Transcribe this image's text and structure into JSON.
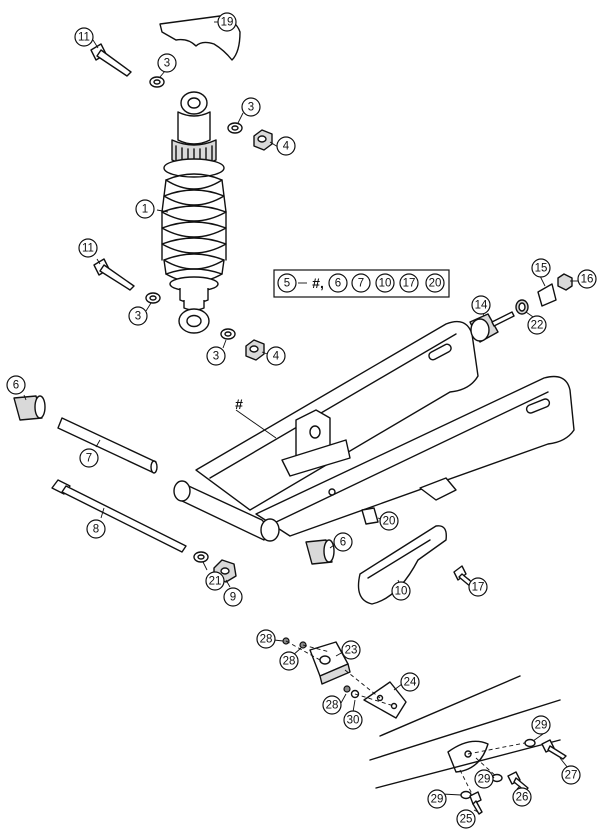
{
  "callouts": [
    {
      "id": "c1",
      "label": "1"
    },
    {
      "id": "c3a",
      "label": "3"
    },
    {
      "id": "c3b",
      "label": "3"
    },
    {
      "id": "c3c",
      "label": "3"
    },
    {
      "id": "c3d",
      "label": "3"
    },
    {
      "id": "c4a",
      "label": "4"
    },
    {
      "id": "c4b",
      "label": "4"
    },
    {
      "id": "c5",
      "label": "5"
    },
    {
      "id": "c6a",
      "label": "6"
    },
    {
      "id": "c6b",
      "label": "6"
    },
    {
      "id": "c6c",
      "label": "6"
    },
    {
      "id": "c7a",
      "label": "7"
    },
    {
      "id": "c7b",
      "label": "7"
    },
    {
      "id": "c8",
      "label": "8"
    },
    {
      "id": "c9",
      "label": "9"
    },
    {
      "id": "c10a",
      "label": "10"
    },
    {
      "id": "c10b",
      "label": "10"
    },
    {
      "id": "c11a",
      "label": "11"
    },
    {
      "id": "c11b",
      "label": "11"
    },
    {
      "id": "c14",
      "label": "14"
    },
    {
      "id": "c15",
      "label": "15"
    },
    {
      "id": "c16",
      "label": "16"
    },
    {
      "id": "c17a",
      "label": "17"
    },
    {
      "id": "c17b",
      "label": "17"
    },
    {
      "id": "c19",
      "label": "19"
    },
    {
      "id": "c20a",
      "label": "20"
    },
    {
      "id": "c20b",
      "label": "20"
    },
    {
      "id": "c21",
      "label": "21"
    },
    {
      "id": "c22",
      "label": "22"
    },
    {
      "id": "c23",
      "label": "23"
    },
    {
      "id": "c24",
      "label": "24"
    },
    {
      "id": "c25",
      "label": "25"
    },
    {
      "id": "c26",
      "label": "26"
    },
    {
      "id": "c27",
      "label": "27"
    },
    {
      "id": "c28a",
      "label": "28"
    },
    {
      "id": "c28b",
      "label": "28"
    },
    {
      "id": "c28c",
      "label": "28"
    },
    {
      "id": "c29a",
      "label": "29"
    },
    {
      "id": "c29b",
      "label": "29"
    },
    {
      "id": "c29c",
      "label": "29"
    },
    {
      "id": "c30",
      "label": "30"
    }
  ],
  "kit": {
    "hash_symbol": "#,",
    "swingarm_marker": "#"
  }
}
